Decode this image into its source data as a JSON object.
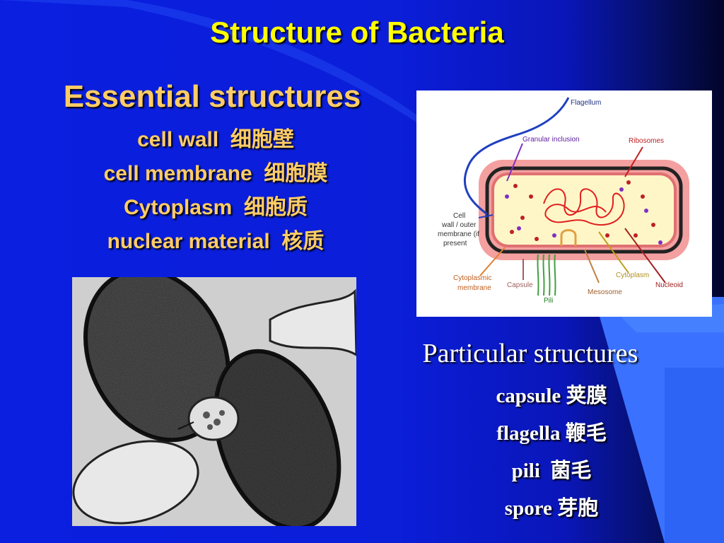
{
  "slide": {
    "title": "Structure of Bacteria",
    "essential": {
      "heading": "Essential structures",
      "items": [
        {
          "en": "cell wall",
          "zh": "细胞壁"
        },
        {
          "en": "cell membrane",
          "zh": "细胞膜"
        },
        {
          "en": "Cytoplasm",
          "zh": "细胞质"
        },
        {
          "en": "nuclear material",
          "zh": "核质"
        }
      ]
    },
    "particular": {
      "heading": "Particular structures",
      "items": [
        {
          "en": "capsule",
          "zh": "荚膜"
        },
        {
          "en": "flagella",
          "zh": "鞭毛"
        },
        {
          "en": "pili",
          "zh": "菌毛"
        },
        {
          "en": "spore",
          "zh": "芽胞"
        }
      ]
    },
    "diagram_labels": {
      "flagellum": "Flagellum",
      "granular_inclusion": "Granular inclusion",
      "ribosomes": "Ribosomes",
      "cell_wall_1": "Cell",
      "cell_wall_2": "wall / outer",
      "cell_wall_3": "membrane (if",
      "cell_wall_4": "present",
      "cytoplasmic_membrane_1": "Cytoplasmic",
      "cytoplasmic_membrane_2": "membrane",
      "capsule": "Capsule",
      "pili": "Pili",
      "mesosome": "Mesosome",
      "cytoplasm": "Cytoplasm",
      "nucleoid": "Nucleoid"
    },
    "colors": {
      "title": "#ffff00",
      "essential_text": "#ffcc66",
      "particular_text": "#ffffff",
      "background": "#0a1fe0"
    }
  }
}
